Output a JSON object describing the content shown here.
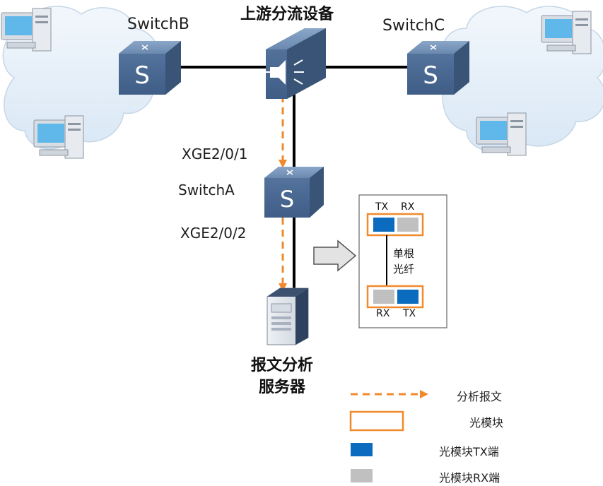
{
  "devices": {
    "switch_b": {
      "label": "SwitchB"
    },
    "switch_c": {
      "label": "SwitchC"
    },
    "splitter": {
      "label": "上游分流设备"
    },
    "switch_a": {
      "label": "SwitchA"
    },
    "server": {
      "label_line1": "报文分析",
      "label_line2": "服务器"
    }
  },
  "ports": {
    "upper": "XGE2/0/1",
    "lower": "XGE2/0/2"
  },
  "fiber_detail": {
    "top_tx": "TX",
    "top_rx": "RX",
    "middle_line1": "单根",
    "middle_line2": "光纤",
    "bottom_rx": "RX",
    "bottom_tx": "TX"
  },
  "legend": {
    "analysis_packet": "分析报文",
    "optical_module": "光模块",
    "module_tx": "光模块TX端",
    "module_rx": "光模块RX端"
  },
  "colors": {
    "orange": "#f08a2c",
    "tx_blue": "#0b6bbf",
    "rx_gray": "#c0c0c0",
    "device_blue": "#4f6e94",
    "cloud": "#e3eef8"
  }
}
